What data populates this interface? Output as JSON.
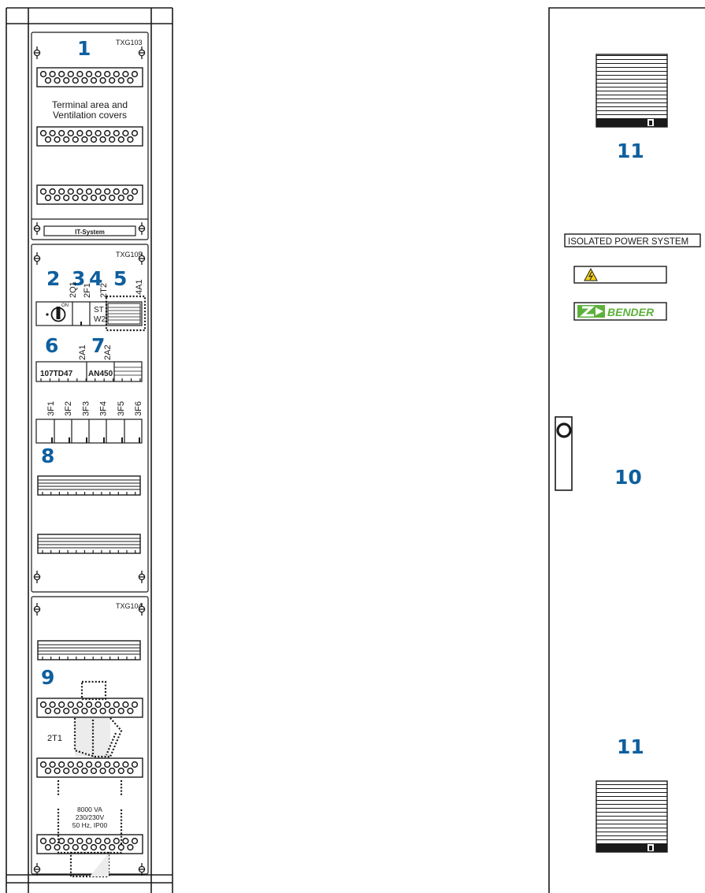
{
  "left_cabinet": {
    "section_top": {
      "model": "TXG103",
      "callout": "1",
      "caption_line1": "Terminal area and",
      "caption_line2": "Ventilation covers",
      "label_strip": "IT-System"
    },
    "section_middle": {
      "model": "TXG105",
      "callouts": {
        "c2": "2",
        "c3": "3",
        "c4": "4",
        "c5": "5",
        "c6": "6",
        "c7": "7",
        "c8": "8"
      },
      "designators": {
        "2Q1": "2Q1",
        "2F1": "2F1",
        "2T2": "2T2",
        "4A1": "4A1",
        "2A1": "2A1",
        "2A2": "2A2"
      },
      "monitor_text": {
        "st": "ST",
        "w2": "W2"
      },
      "devices": {
        "d1": "107TD47",
        "d2": "AN450"
      },
      "fuses": [
        "3F1",
        "3F2",
        "3F3",
        "3F4",
        "3F5",
        "3F6"
      ]
    },
    "section_bottom": {
      "model": "TXG104",
      "callout": "9",
      "transformer": {
        "designator": "2T1",
        "rating": "8000 VA",
        "voltage": "230/230V",
        "frequency_ip": "50 Hz, IP00"
      }
    }
  },
  "right_door": {
    "callout_vent_top": "11",
    "callout_handle": "10",
    "callout_vent_bottom": "11",
    "sign_text": "ISOLATED POWER SYSTEM",
    "brand": "BENDER"
  },
  "colors": {
    "callout": "#0e5f9e",
    "bender_green": "#5cb13b",
    "warning_yellow": "#f7d117"
  }
}
